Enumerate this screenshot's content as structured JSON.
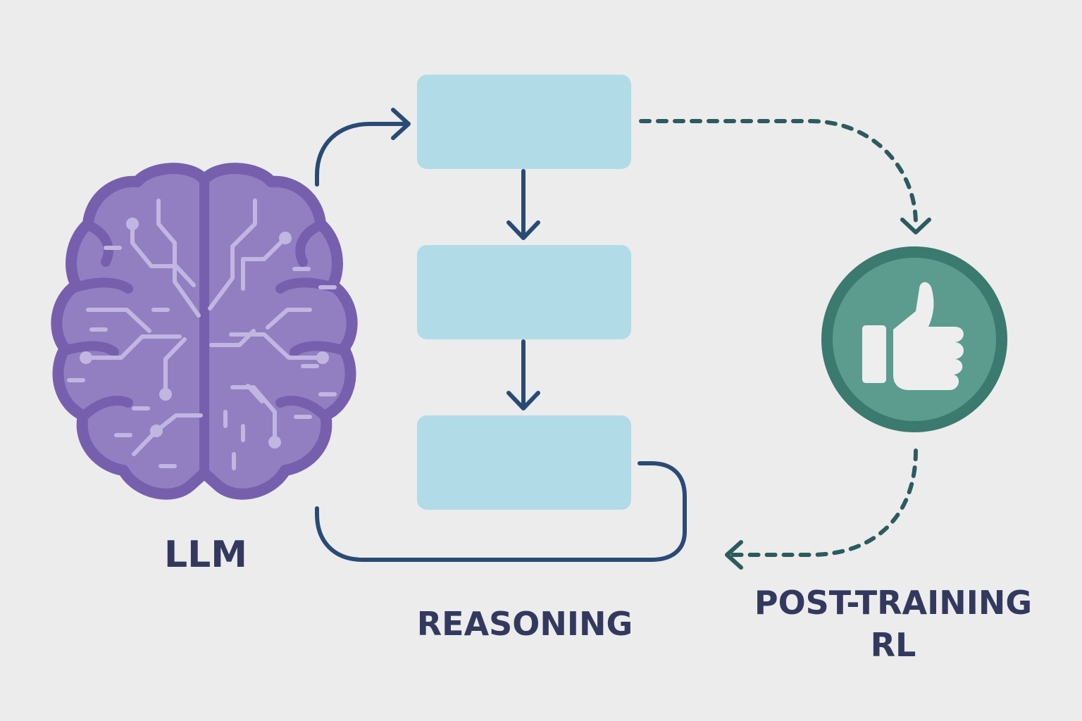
{
  "labels": {
    "llm": "LLM",
    "reasoning": "REASONING",
    "post_training_line1": "POST-TRAINING",
    "post_training_line2": "RL"
  },
  "icons": {
    "brain": "brain-circuit-icon",
    "reward": "thumbs-up-icon"
  },
  "colors": {
    "background": "#ececec",
    "brain_fill": "#927fc2",
    "brain_outline": "#7660ad",
    "circuit": "#c1b6e0",
    "step_box": "#b2dbe8",
    "solid_arrow": "#2a4a76",
    "dashed_arrow": "#2c5b5d",
    "reward_circle": "#5b9c8e",
    "reward_ring": "#3b7a6e",
    "thumb": "#eeeeee",
    "label_text": "#33395e"
  }
}
